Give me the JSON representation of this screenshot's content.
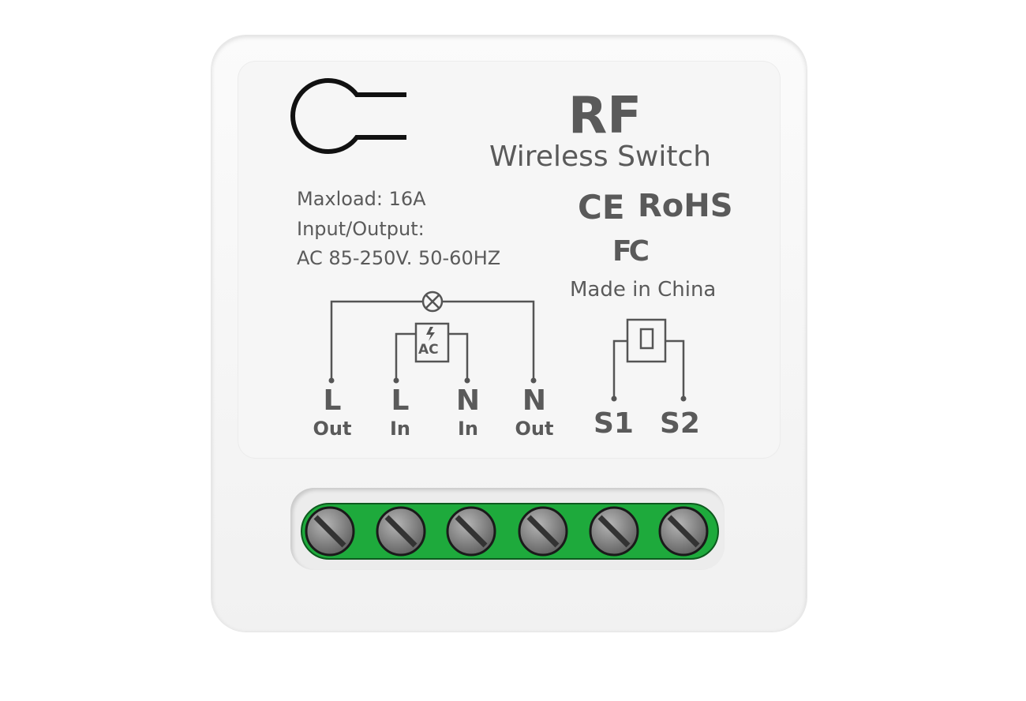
{
  "product": {
    "title": "RF",
    "subtitle": "Wireless Switch",
    "certifications": [
      "CE",
      "RoHS",
      "FC"
    ],
    "origin": "Made in China",
    "specs": [
      "Maxload: 16A",
      "Input/Output:",
      "AC 85-250V. 50-60HZ"
    ],
    "terminals": [
      {
        "main": "L",
        "sub": "Out"
      },
      {
        "main": "L",
        "sub": "In"
      },
      {
        "main": "N",
        "sub": "In"
      },
      {
        "main": "N",
        "sub": "Out"
      }
    ],
    "switch_terminals": [
      "S1",
      "S2"
    ],
    "power_label": "AC",
    "colors": {
      "terminal_green": "#1eaa3c",
      "text": "#5a5a5a"
    }
  }
}
